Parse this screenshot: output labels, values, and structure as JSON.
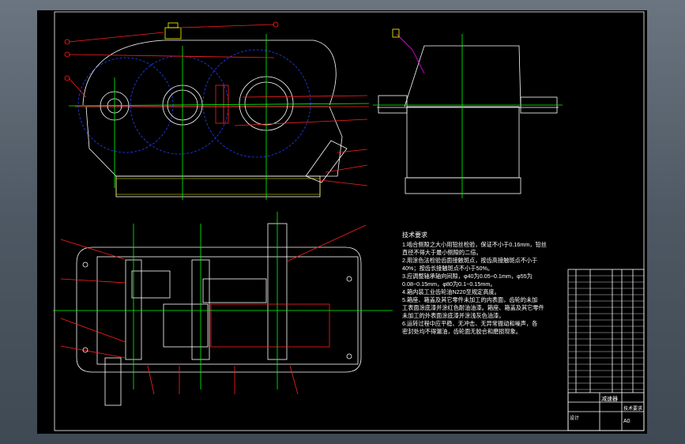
{
  "canvas_background": "#000000",
  "workspace_background": "#5a6470",
  "colors": {
    "outline": "#ffffff",
    "centerline": "#00ff00",
    "leader": "#ff2020",
    "gear_pitch": "#2040ff",
    "accent": "#ffff00",
    "magenta": "#ff00ff"
  },
  "icons": {
    "detail_bubble": "circle-icon"
  },
  "technical_requirements": {
    "title": "技术要求",
    "lines": [
      "1.啮合侧隙之大小用铅丝检验，保证不小于0.16mm，铅丝",
      "直径不得大于最小侧隙的二倍。",
      "2.用涂色法检验齿面接触斑点，按齿高接触斑点不小于",
      "40%；按齿长接触斑点不小于50%。",
      "3.应调整轴承轴向间隙，φ40为0.05~0.1mm，φ55为",
      "0.08~0.15mm，φ80为0.1~0.15mm。",
      "4.箱内装工业齿轮油N220至规定高度。",
      "5.箱座、箱盖及其它零件未加工的内表面，齿轮的未加",
      "工表面涂底漆并涂红色耐油油漆。箱座、箱盖及其它零件",
      "未加工的外表面涂底漆并涂浅灰色油漆。",
      "6.运转过程中应平稳、无冲击、无异常振动和噪声，各",
      "密封处均不得漏油，齿轮面无胶合和磨损现象。"
    ]
  },
  "title_block": {
    "drawing_name": "减速器",
    "material_label": "技术要求",
    "company": "设计",
    "sheet": "A0"
  }
}
